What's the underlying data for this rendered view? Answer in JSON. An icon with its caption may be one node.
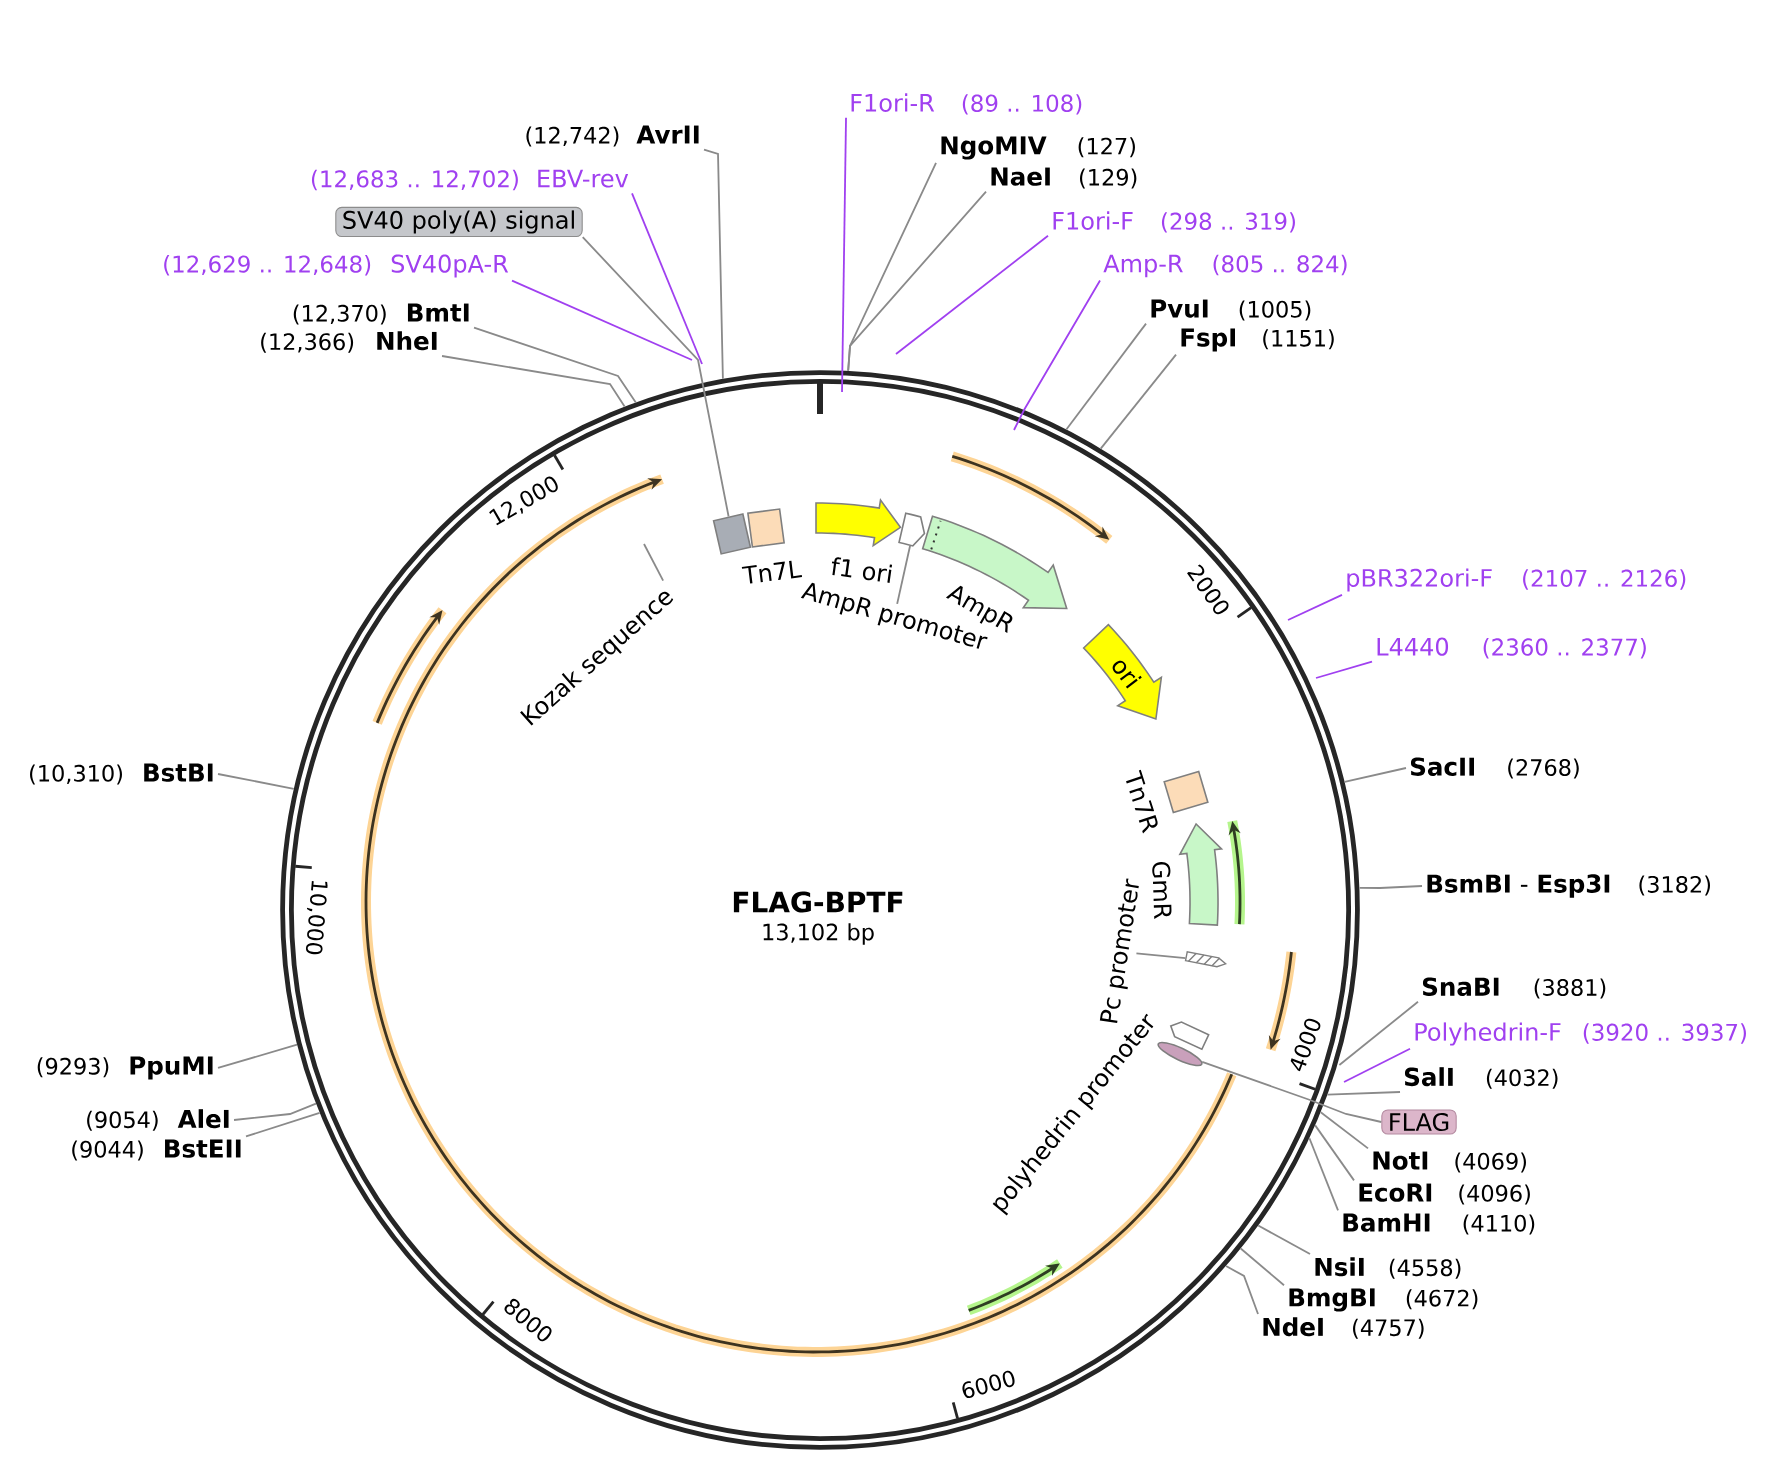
{
  "diagram": {
    "title": "FLAG-BPTF",
    "nodes": [
      {
        "text": [
          "F1ori-R",
          "(89 .. 108)"
        ]
      },
      {
        "text": [
          "(12,742)",
          "AvrII"
        ]
      },
      {
        "text": [
          "NgoMIV",
          "(127)"
        ]
      },
      {
        "text": [
          "NaeI",
          "(129)"
        ]
      },
      {
        "text": [
          "(12,683 .. 12,702)",
          "EBV-rev"
        ]
      },
      {
        "text": [
          "SV40 poly(A) signal"
        ]
      },
      {
        "text": [
          "F1ori-F",
          "(298 .. 319)"
        ]
      },
      {
        "text": [
          "(12,629 .. 12,648)",
          "SV40pA-R"
        ]
      },
      {
        "text": [
          "Amp-R",
          "(805 .. 824)"
        ]
      },
      {
        "text": [
          "PvuI",
          "(1005)"
        ]
      },
      {
        "text": [
          "(12,370)",
          "BmtI"
        ]
      },
      {
        "text": [
          "FspI",
          "(1151)"
        ]
      },
      {
        "text": [
          "(12,366)",
          "NheI"
        ]
      },
      {
        "text": [],
        "shape": "box"
      },
      {
        "text": [
          "Tn7L"
        ]
      },
      {
        "text": [
          "f1 ori"
        ]
      },
      {
        "text": [],
        "shape": "arrow"
      },
      {
        "text": [
          "AmpR promoter"
        ]
      },
      {
        "text": [
          "AmpR"
        ]
      },
      {
        "text": [
          "Kozak sequence"
        ]
      },
      {
        "text": [
          "pBR322ori-F",
          "(2107 .. 2126)"
        ]
      },
      {
        "text": [
          "ori"
        ]
      },
      {
        "text": [
          "L4440",
          "(2360 .. 2377)"
        ]
      },
      {
        "text": [
          "SacII",
          "(2768)"
        ]
      },
      {
        "text": [
          "(10,310)",
          "BstBI"
        ]
      },
      {
        "text": [
          "Tn7R"
        ]
      },
      {
        "text": [
          "GmR"
        ]
      },
      {
        "text": [
          "**BsmBI** - **Esp3I**",
          "(3182)"
        ]
      },
      {
        "text": [],
        "shape": "arrow"
      },
      {
        "text": [
          "Pc promoter"
        ]
      },
      {
        "text": [
          "SnaBI",
          "(3881)"
        ]
      },
      {
        "text": [
          "polyhedrin promoter"
        ]
      },
      {
        "text": [
          "Polyhedrin-F",
          "(3920 .. 3937)"
        ]
      },
      {
        "text": [],
        "shape": "ellipse"
      },
      {
        "text": [
          "(9293)",
          "PpuMI"
        ]
      },
      {
        "text": [
          "SalI",
          "(4032)"
        ]
      },
      {
        "text": [
          "FLAG"
        ]
      },
      {
        "text": [
          "(9054)",
          "AleI"
        ]
      },
      {
        "text": [
          "(9044)",
          "BstEII"
        ]
      },
      {
        "text": [
          "NotI",
          "(4069)"
        ]
      },
      {
        "text": [
          "EcoRI",
          "(4096)"
        ]
      },
      {
        "text": [
          "BamHI",
          "(4110)"
        ]
      },
      {
        "text": [
          "NsiI",
          "(4558)"
        ]
      },
      {
        "text": [
          "BmgBI",
          "(4672)"
        ]
      },
      {
        "text": [
          "NdeI",
          "(4757)"
        ]
      }
    ],
    "edges": [
      {
        "from": 0,
        "to": null,
        "arrow": "none",
        "color": "#a040f0"
      },
      {
        "from": 1,
        "to": null,
        "arrow": "none"
      },
      {
        "from": 2,
        "to": null,
        "arrow": "none"
      },
      {
        "from": 3,
        "to": null,
        "arrow": "none"
      },
      {
        "from": 4,
        "to": null,
        "arrow": "none",
        "color": "#a040f0"
      },
      {
        "from": 5,
        "to": 13,
        "arrow": "none"
      },
      {
        "from": 6,
        "to": null,
        "arrow": "none",
        "color": "#a040f0"
      },
      {
        "from": 7,
        "to": null,
        "arrow": "none",
        "color": "#a040f0"
      },
      {
        "from": 8,
        "to": null,
        "arrow": "none",
        "color": "#a040f0"
      },
      {
        "from": 9,
        "to": null,
        "arrow": "none"
      },
      {
        "from": 10,
        "to": null,
        "arrow": "none"
      },
      {
        "from": 11,
        "to": null,
        "arrow": "none"
      },
      {
        "from": 12,
        "to": null,
        "arrow": "none"
      },
      {
        "from": 17,
        "to": 16,
        "arrow": "none"
      },
      {
        "from": 19,
        "to": null,
        "arrow": "none"
      },
      {
        "from": 20,
        "to": null,
        "arrow": "none",
        "color": "#a040f0"
      },
      {
        "from": 22,
        "to": null,
        "arrow": "none",
        "color": "#a040f0"
      },
      {
        "from": 23,
        "to": null,
        "arrow": "none"
      },
      {
        "from": 24,
        "to": null,
        "arrow": "none"
      },
      {
        "from": 27,
        "to": null,
        "arrow": "none"
      },
      {
        "from": 29,
        "to": 28,
        "arrow": "none"
      },
      {
        "from": 30,
        "to": null,
        "arrow": "none"
      },
      {
        "from": 32,
        "to": null,
        "arrow": "none",
        "color": "#a040f0"
      },
      {
        "from": 34,
        "to": null,
        "arrow": "none"
      },
      {
        "from": 35,
        "to": null,
        "arrow": "none"
      },
      {
        "from": 36,
        "to": 33,
        "arrow": "none"
      },
      {
        "from": 37,
        "to": null,
        "arrow": "none"
      },
      {
        "from": 38,
        "to": null,
        "arrow": "none"
      },
      {
        "from": 39,
        "to": null,
        "arrow": "none"
      },
      {
        "from": 40,
        "to": null,
        "arrow": "none"
      },
      {
        "from": 41,
        "to": null,
        "arrow": "none"
      },
      {
        "from": 42,
        "to": null,
        "arrow": "none"
      },
      {
        "from": 43,
        "to": null,
        "arrow": "none"
      },
      {
        "from": 44,
        "to": null,
        "arrow": "none"
      }
    ],
    "labels": [
      "12,000",
      "2000",
      "10,000",
      "13,102 bp",
      "4000",
      "8000",
      "6000"
    ]
  }
}
